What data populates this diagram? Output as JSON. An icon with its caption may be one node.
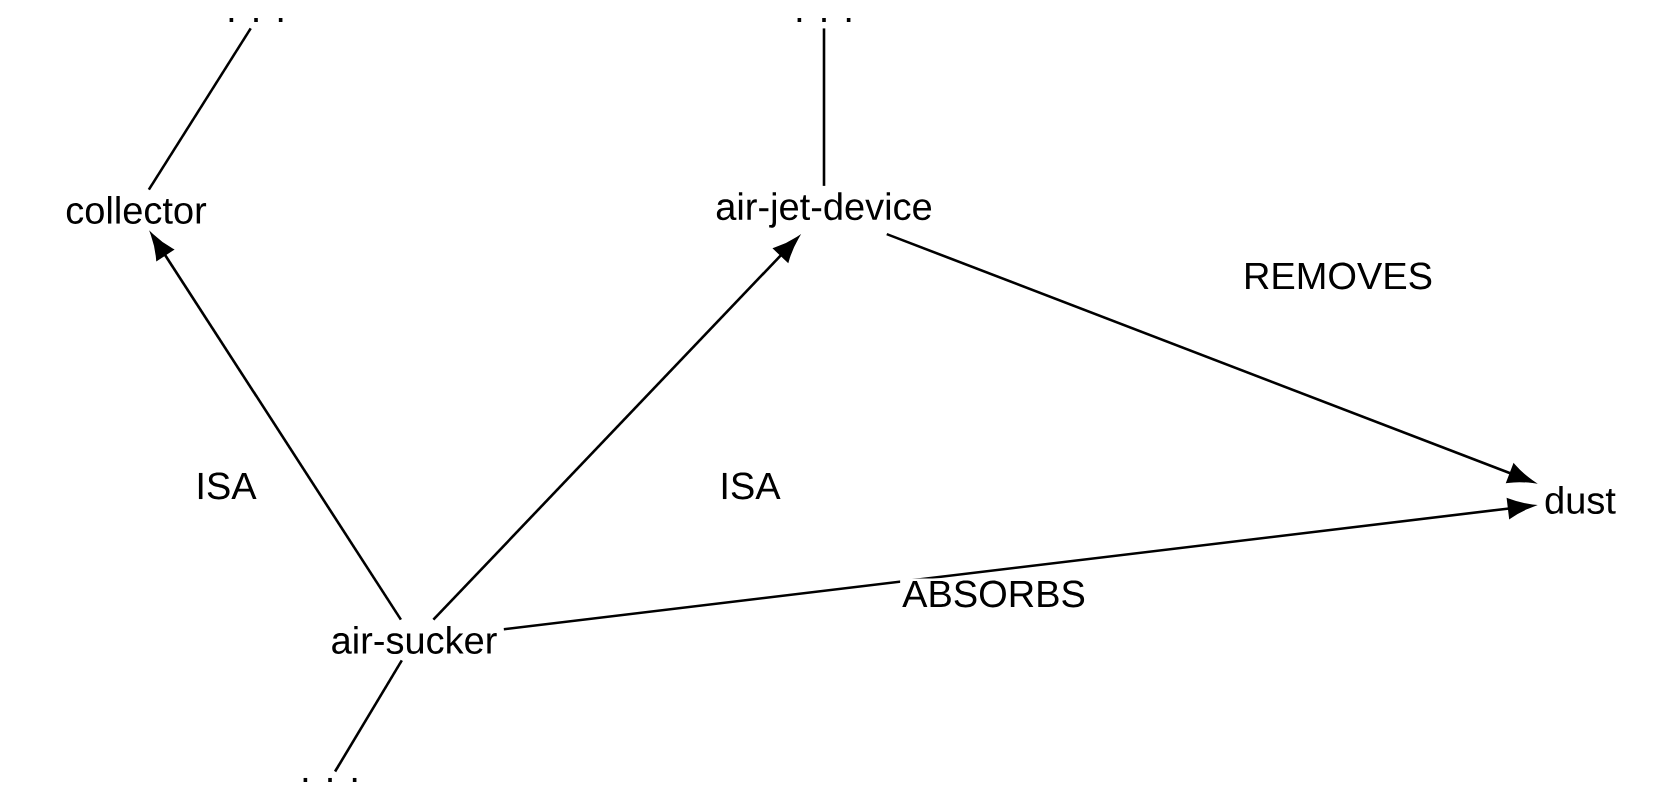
{
  "diagram": {
    "nodes": [
      {
        "text": [
          ". . ."
        ]
      },
      {
        "text": [
          ". . ."
        ]
      },
      {
        "text": [
          "collector"
        ]
      },
      {
        "text": [
          "air-jet-device"
        ]
      },
      {
        "text": [
          "dust"
        ]
      },
      {
        "text": [
          "air-sucker"
        ]
      },
      {
        "text": [
          ". . ."
        ]
      }
    ],
    "edges": [
      {
        "from": 2,
        "to": 0,
        "arrow": "none"
      },
      {
        "from": 3,
        "to": 1,
        "arrow": "none"
      },
      {
        "from": 5,
        "to": 2,
        "arrow": "to",
        "label": "ISA"
      },
      {
        "from": 5,
        "to": 3,
        "arrow": "to",
        "label": "ISA"
      },
      {
        "from": 3,
        "to": 4,
        "arrow": "to",
        "label": "REMOVES"
      },
      {
        "from": 5,
        "to": 4,
        "arrow": "to",
        "label": "ABSORBS"
      },
      {
        "from": 5,
        "to": 6,
        "arrow": "none"
      }
    ]
  }
}
